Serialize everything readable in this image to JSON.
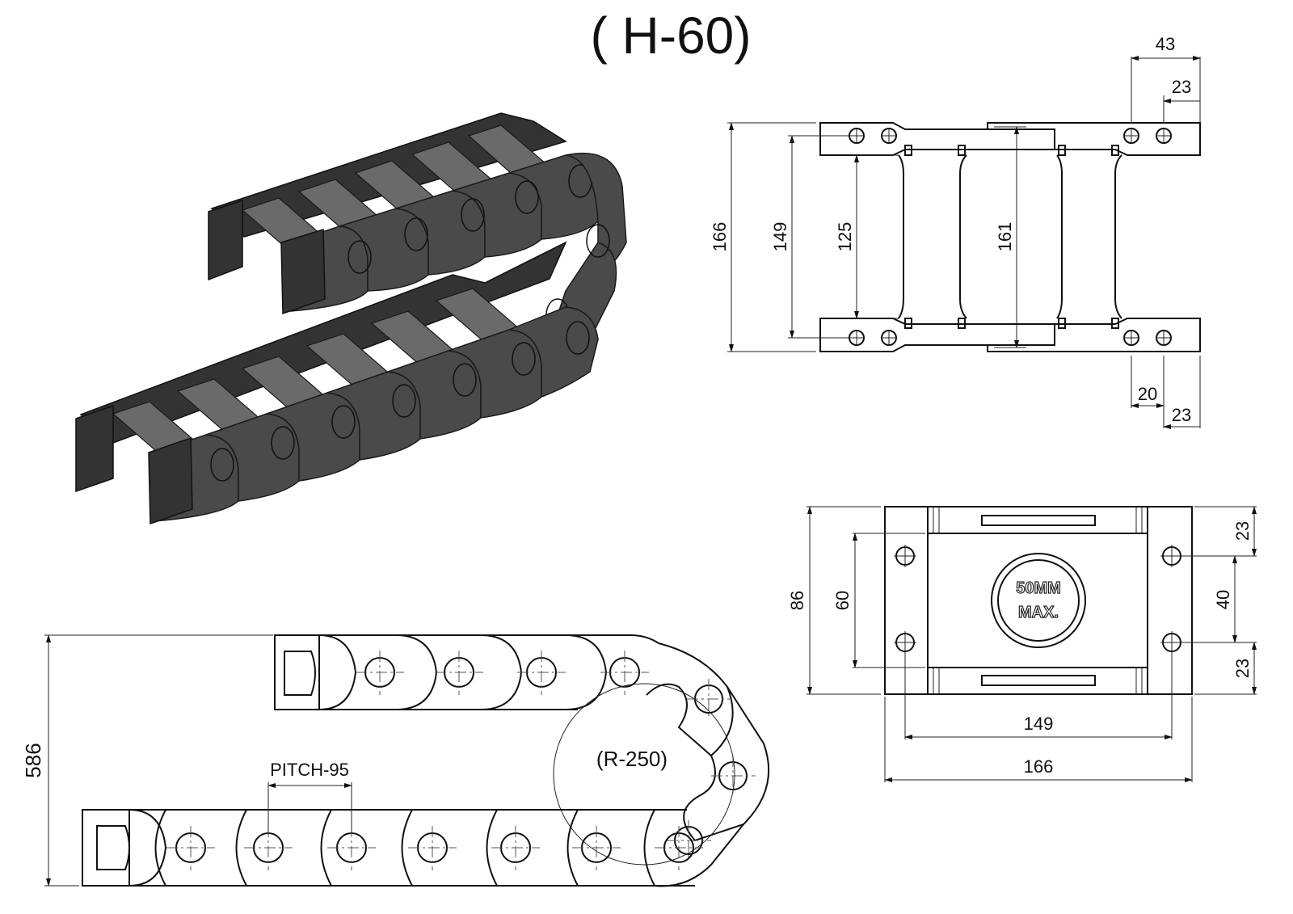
{
  "title": "( H-60)",
  "top_view": {
    "dims": {
      "width_outer": "43",
      "width_top_inner": "23",
      "height_166": "166",
      "height_149": "149",
      "height_125": "125",
      "height_161": "161",
      "bottom_20": "20",
      "bottom_23": "23"
    }
  },
  "end_view": {
    "badge_line1": "50MM",
    "badge_line2": "MAX.",
    "dims": {
      "height_86": "86",
      "height_60": "60",
      "right_top_23": "23",
      "right_mid_40": "40",
      "right_bot_23": "23",
      "width_149": "149",
      "width_166": "166"
    }
  },
  "side_view": {
    "height_586": "586",
    "pitch_label": "PITCH-95",
    "radius_label": "(R-250)"
  }
}
